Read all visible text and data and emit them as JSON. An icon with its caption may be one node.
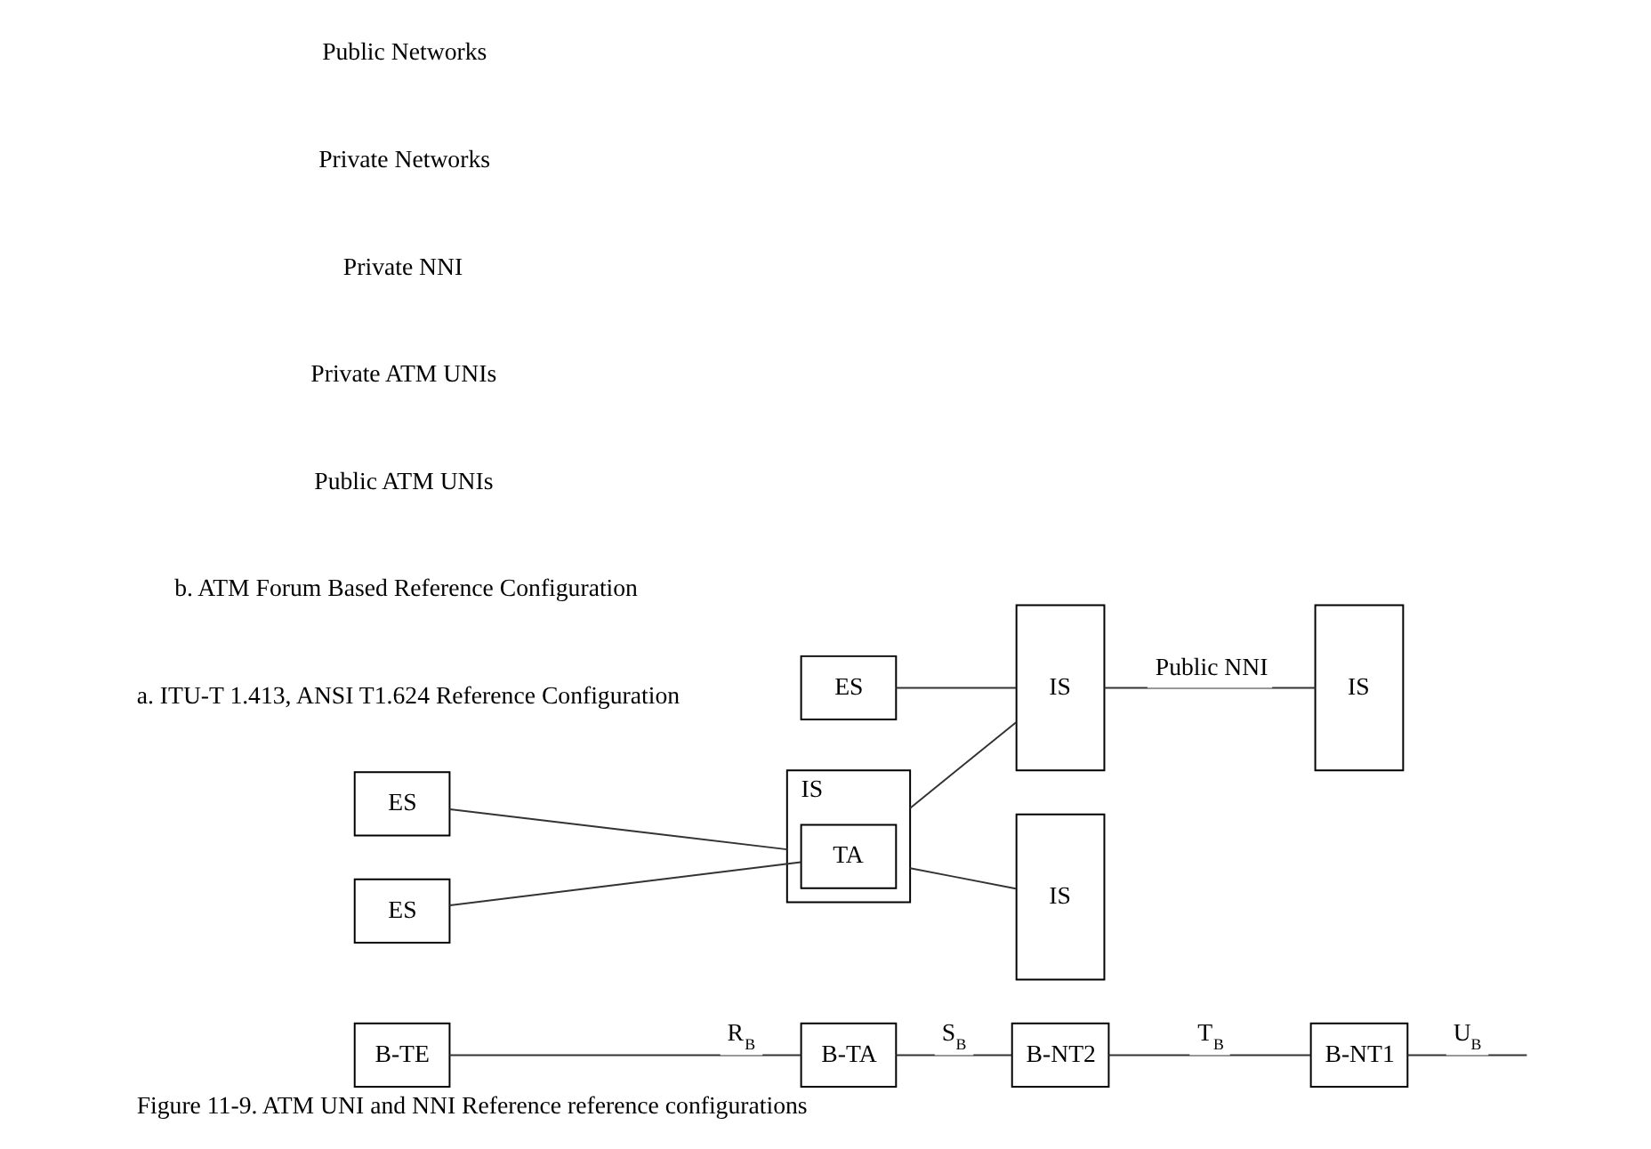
{
  "diagram": {
    "caption": "Figure 11-9. ATM UNI and NNI Reference reference configurations",
    "nodes": [
      {
        "text": [
          "B-TE"
        ]
      },
      {
        "text": [
          "B-TA"
        ]
      },
      {
        "text": [
          "B-NT2"
        ]
      },
      {
        "text": [
          "B-NT1"
        ]
      },
      {
        "text": [
          "ES"
        ]
      },
      {
        "text": [
          "ES"
        ]
      },
      {
        "text": [
          "ES"
        ]
      },
      {
        "text": [
          "IS"
        ]
      },
      {
        "text": [
          "TA"
        ],
        "in": 7
      },
      {
        "text": [
          "IS"
        ]
      },
      {
        "text": [
          "IS"
        ]
      },
      {
        "text": [
          "IS"
        ]
      }
    ],
    "edges": [
      {
        "from": 0,
        "to": 1,
        "arrow": "none",
        "label": "R$_{B}$"
      },
      {
        "from": 1,
        "to": 2,
        "arrow": "none",
        "label": "S$_{B}$"
      },
      {
        "from": 2,
        "to": 3,
        "arrow": "none",
        "label": "T$_{B}$"
      },
      {
        "from": 3,
        "to": null,
        "arrow": "none",
        "label": "U$_{B}$"
      },
      {
        "from": 4,
        "to": 9,
        "arrow": "none"
      },
      {
        "from": 5,
        "to": 7,
        "arrow": "none"
      },
      {
        "from": 6,
        "to": 8,
        "arrow": "none"
      },
      {
        "from": 7,
        "to": 9,
        "arrow": "none"
      },
      {
        "from": 9,
        "to": 10,
        "arrow": "none",
        "label": "Public NNI"
      },
      {
        "from": 7,
        "to": 11,
        "arrow": "none"
      }
    ],
    "labels": [
      "a. ITU-T 1.413, ANSI T1.624 Reference Configuration",
      "b. ATM Forum Based Reference Configuration",
      "Public ATM UNIs",
      "Private ATM UNIs",
      "Private NNI",
      "Private Networks",
      "Public Networks"
    ]
  }
}
